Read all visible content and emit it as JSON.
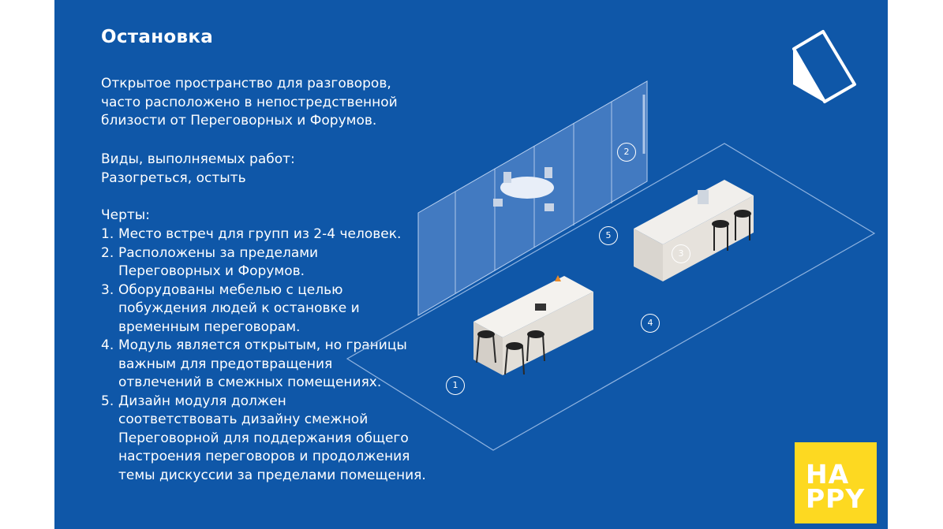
{
  "title": "Остановка",
  "intro": [
    "Открытое пространство для разговоров,",
    "часто расположено в непостредственной",
    "близости от Переговорных и Форумов."
  ],
  "work_types_label": "Виды, выполняемых работ:",
  "work_types": "Разогреться, остыть",
  "features_label": "Черты:",
  "features": [
    {
      "n": "1.",
      "lines": [
        "Место встреч для групп из 2-4 человек."
      ]
    },
    {
      "n": "2.",
      "lines": [
        "Расположены за пределами",
        "Переговорных и Форумов."
      ]
    },
    {
      "n": "3.",
      "lines": [
        "Оборудованы мебелью с целью",
        "побуждения людей к остановке и",
        "временным переговорам."
      ]
    },
    {
      "n": "4.",
      "lines": [
        "Модуль является открытым, но границы",
        "важным для предотвращения",
        "отвлечений в смежных помещениях."
      ]
    },
    {
      "n": "5.",
      "lines": [
        "Дизайн модуля должен",
        "соответствовать дизайну смежной",
        "Переговорной для поддержания общего",
        "настроения переговоров и продолжения",
        "темы дискуссии за пределами помещения."
      ]
    }
  ],
  "markers": [
    "1",
    "2",
    "3",
    "4",
    "5"
  ],
  "brand": {
    "line1": "HA",
    "line2": "PPY"
  },
  "colors": {
    "background": "#0f57a8",
    "brand_yellow": "#fdd921"
  }
}
